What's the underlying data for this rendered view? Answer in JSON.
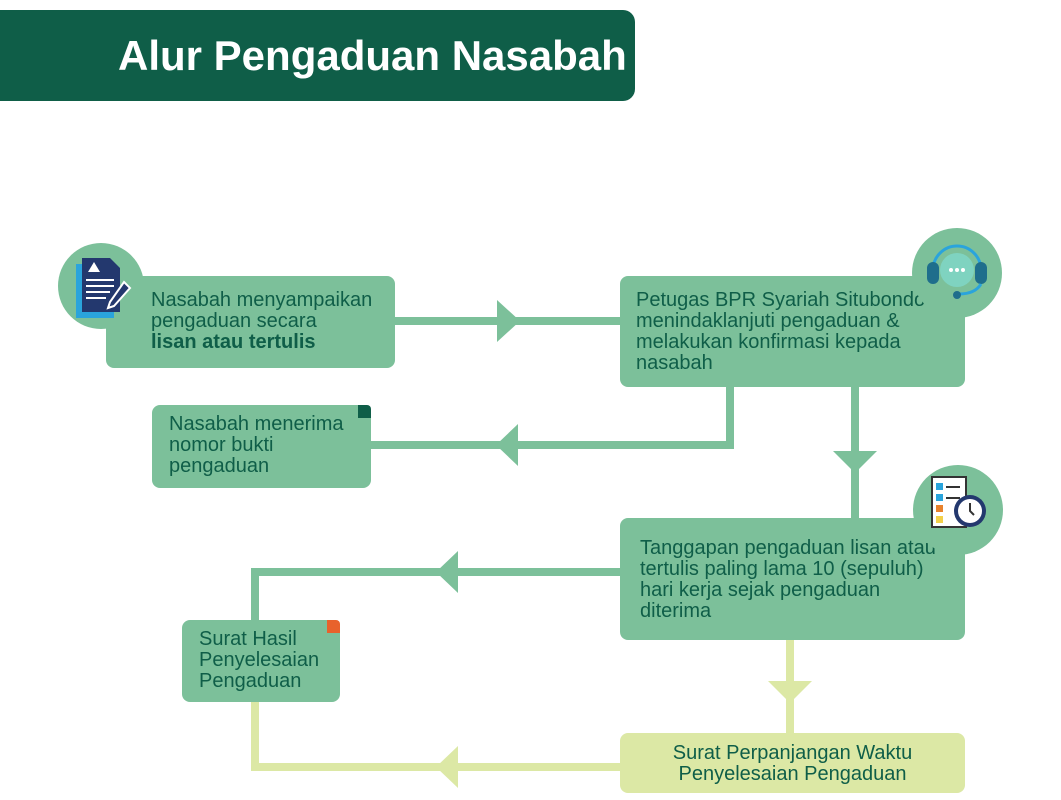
{
  "title": "Alur Pengaduan Nasabah",
  "steps": {
    "submit": {
      "line1": "Nasabah menyampaikan",
      "line2": "pengaduan secara",
      "line3": "lisan atau tertulis"
    },
    "followup": {
      "line1": "Petugas BPR Syariah Situbondo",
      "line2": "menindaklanjuti pengaduan &",
      "line3": "melakukan konfirmasi kepada",
      "line4": "nasabah"
    },
    "receipt": {
      "line1": "Nasabah menerima",
      "line2": "nomor bukti",
      "line3": "pengaduan"
    },
    "response": {
      "line1": "Tanggapan pengaduan lisan atau",
      "line2": "tertulis paling lama 10 (sepuluh)",
      "line3": "hari kerja sejak pengaduan",
      "line4": "diterima"
    },
    "result": {
      "line1": "Surat Hasil",
      "line2": "Penyelesaian",
      "line3": "Pengaduan"
    },
    "extension": {
      "line1": "Surat Perpanjangan Waktu",
      "line2": "Penyelesaian Pengaduan"
    }
  },
  "colors": {
    "dark": "#0f5e48",
    "box": "#7cc09a",
    "light": "#dce8a5",
    "orange": "#e8622c"
  }
}
